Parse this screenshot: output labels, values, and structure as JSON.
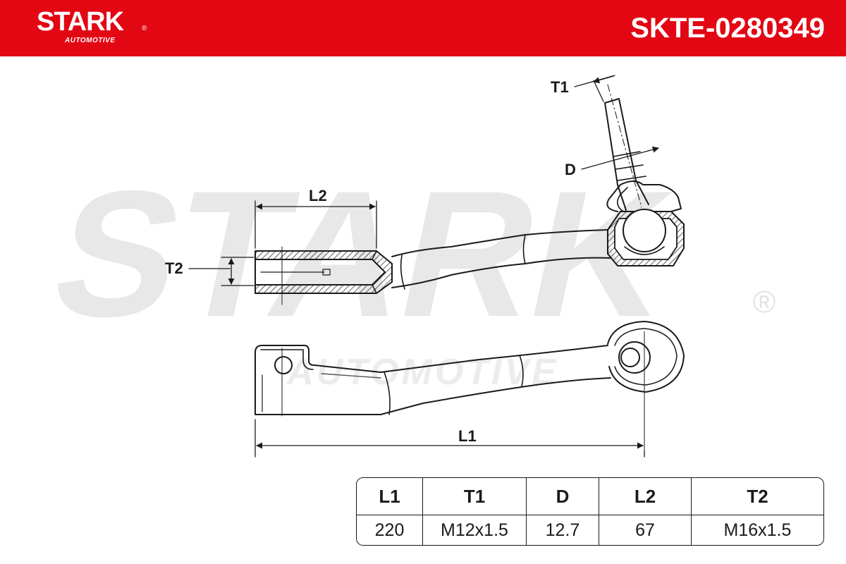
{
  "header": {
    "brand": "STARK",
    "brand_registered": "®",
    "brand_sub": "AUTOMOTIVE",
    "part_number": "SKTE-0280349",
    "color": "#e30613"
  },
  "watermark": {
    "main": "STARK",
    "sub": "AUTOMOTIVE",
    "registered": "®"
  },
  "dimensions": {
    "t1": "T1",
    "d": "D",
    "l2": "L2",
    "t2": "T2",
    "l1": "L1"
  },
  "specs": {
    "headers": [
      "L1",
      "T1",
      "D",
      "L2",
      "T2"
    ],
    "values": [
      "220",
      "M12x1.5",
      "12.7",
      "67",
      "M16x1.5"
    ]
  }
}
